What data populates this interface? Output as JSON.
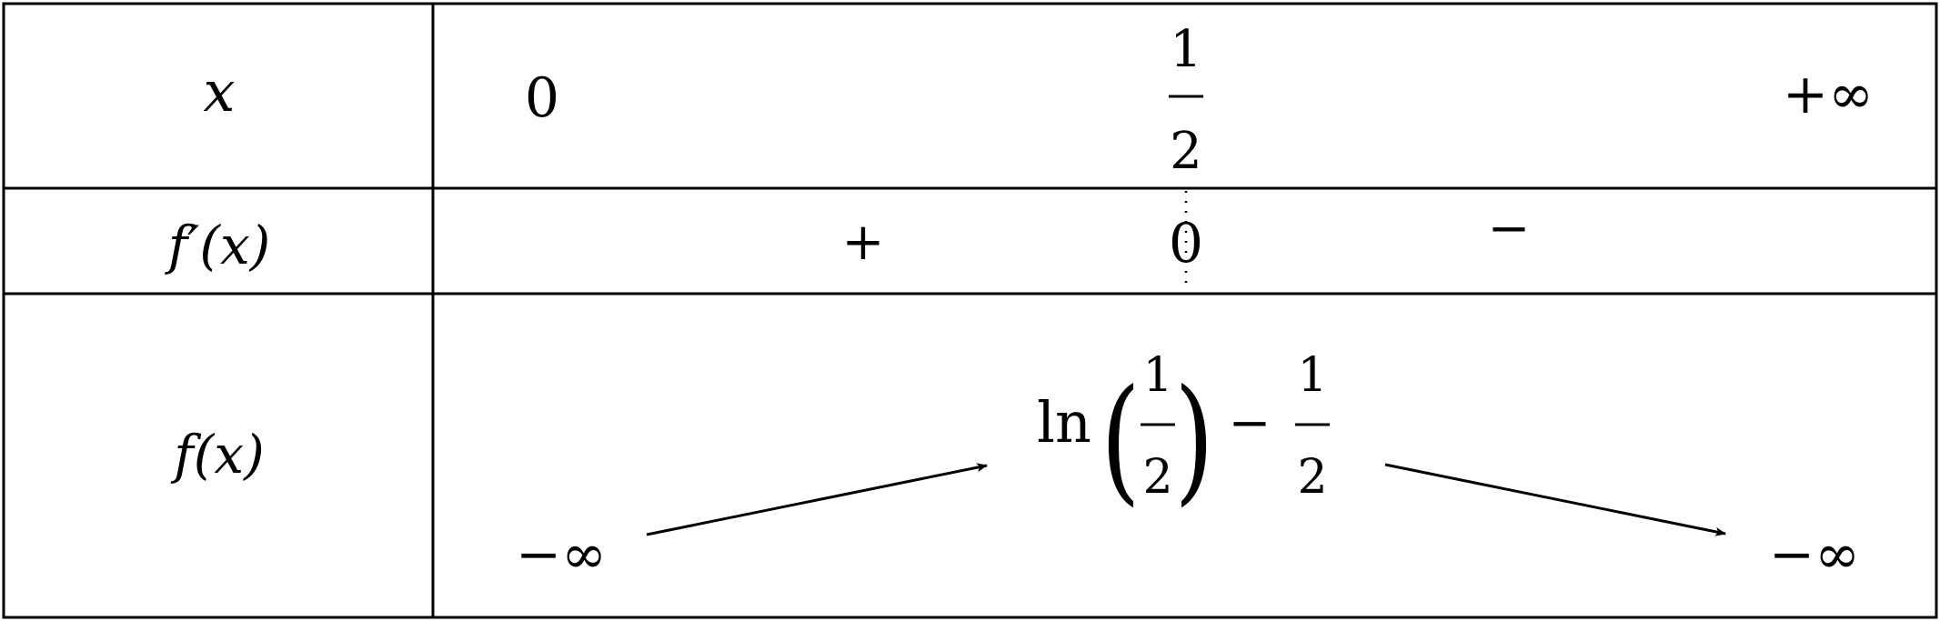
{
  "table": {
    "header_x": "x",
    "header_fprime": "f′(x)",
    "header_f": "f(x)",
    "x_values": {
      "start": "0",
      "critical_num": "1",
      "critical_den": "2",
      "end": "+∞"
    },
    "derivative": {
      "left_sign": "+",
      "zero": "0",
      "right_sign": "−"
    },
    "function": {
      "left_limit": "−∞",
      "max_ln": "ln",
      "max_paren_left": "(",
      "max_paren_right": ")",
      "max_inner_num": "1",
      "max_inner_den": "2",
      "max_minus": "−",
      "max_frac_num": "1",
      "max_frac_den": "2",
      "right_limit": "−∞"
    }
  }
}
